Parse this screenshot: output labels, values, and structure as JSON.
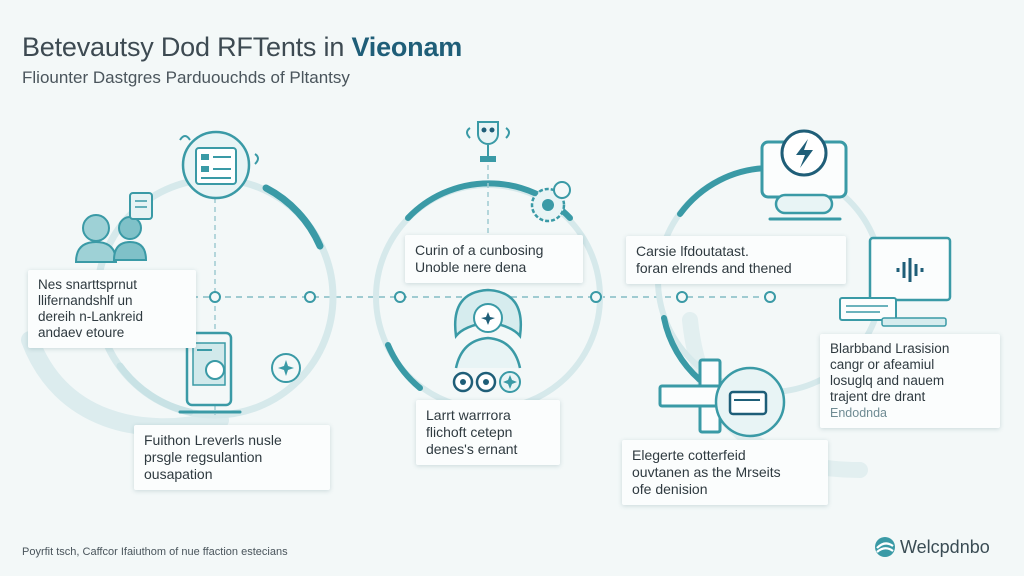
{
  "header": {
    "title_main": "Betevautsy Dod RFTents in ",
    "title_accent": "Vieonam",
    "subtitle": "Fliounter Dastgres Parduouchds of Pltantsy"
  },
  "cards": {
    "left_top": [
      "Nes snarttsprnut",
      "llifernandshlf un",
      "dereih n-Lankreid",
      "andaev etoure"
    ],
    "left_bottom": [
      "Fuithon Lreverls nusle",
      "prsgle regsulantion",
      "ousapation"
    ],
    "center_top": [
      "Curin of a cunbosing",
      "Unoble nere dena"
    ],
    "center_bottom": [
      "Larrt warrrora",
      "flichoft cetepn",
      "denes's ernant"
    ],
    "right_top": [
      "Carsie lfdoutatast.",
      "foran elrends and thened"
    ],
    "right_mid": [
      "Blarbband Lrasision",
      "cangr or afeamiul",
      "losuglq and nauem",
      "trajent dre drant",
      "Endodnda"
    ],
    "right_bottom": [
      "Elegerte cotterfeid",
      "ouvtanen as the Mrseits",
      "ofe denision"
    ]
  },
  "footer": {
    "note": "Poyrfit tsch, Caffcor Ifaiuthom of nue ffaction estecians",
    "brand": "Welcpdnbo"
  },
  "colors": {
    "teal": "#3a9aa6",
    "light_teal": "#c3dfe2",
    "dark_blue": "#1f5e78",
    "background": "#f3f8f8"
  },
  "icons": [
    "people-icon",
    "clipboard-checklist-icon",
    "tablet-device-icon",
    "robot-trophy-icon",
    "gear-pair-icon",
    "person-avatar-icon",
    "coins-icon",
    "lightning-screen-icon",
    "monitor-waveform-icon",
    "plus-cross-icon",
    "card-hand-icon",
    "sparkle-icon",
    "brand-swoosh-icon"
  ]
}
